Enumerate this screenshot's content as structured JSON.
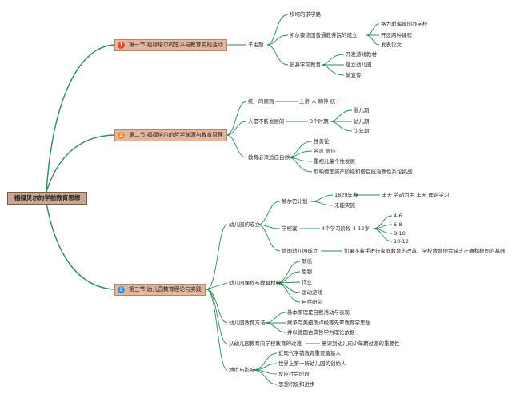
{
  "root": "福禄贝尔的学前教育思想",
  "sections": [
    {
      "num": "1",
      "color": "#e4512c",
      "label": "第一节 福禄培尔的生平与教育实践活动"
    },
    {
      "num": "2",
      "color": "#f08c2a",
      "label": "第二节 福禄培尔的哲学渊源与教育原理"
    },
    {
      "num": "3",
      "color": "#3b8fd9",
      "label": "第三节 幼儿园教育理论与实践"
    }
  ],
  "s1": {
    "subtopic": "子主题",
    "items": [
      "坎坷的求学路",
      "凯尔豪德国普通教养院的成立",
      "投身学前教育"
    ],
    "keilhau": [
      "格力斯海姆创办学校",
      "开设两种课程",
      "发表论文"
    ],
    "preschool": [
      "开发游戏教材",
      "建立幼儿园",
      "做宣传"
    ]
  },
  "s2": {
    "items": [
      "统一的原则",
      "人是不断发展的",
      "教育必须适应自然"
    ],
    "unity": "上帝 人 精神 统一",
    "periods": "3个时期",
    "periods_list": [
      "婴儿期",
      "幼儿期",
      "少年期"
    ],
    "nature": [
      "性善论",
      "容忍 顺应",
      "重视儿童个性发展",
      "反映德国资产阶级和僧侣统治教性系论挑战"
    ]
  },
  "s3": {
    "kg_founding": "幼儿园的成立",
    "blankenburg": "赫尔巴计划",
    "y1829": "1829年春",
    "y1829_detail": "丰天 劳动为主 丰天 理论学习",
    "not_done": "未能实施",
    "school_plan": "学校案",
    "age_stages": "4个学习阶段 4-12岁",
    "ages": [
      "4-6",
      "6-8",
      "8-10",
      "10-12"
    ],
    "german_kg": "德国幼儿园成立",
    "german_kg_note": "如果不着手进行家庭教育的改革，学校教育便会缺乏正确和稳固的基础",
    "curriculum": "幼儿园课程与教具材料",
    "curriculum_items": [
      "歌谣",
      "恩物",
      "作业",
      "运动游戏",
      "自然研究"
    ],
    "methods": "幼儿园教育方法",
    "methods_items": [
      "基本原理是自我活动与表现",
      "继承夸美纽斯卢梭等先辈教育学思想",
      "并以德国古典哲学为理论依据"
    ],
    "transition": "从幼儿园教育向学校教育的过渡",
    "transition_note": "意识到幼儿向少年期过渡的重要性",
    "status": "地位与影响",
    "status_items": [
      "近现代学前教育重要奠基人",
      "世界上第一所幼儿园的创始人",
      "反应社会阶段",
      "思想积极和进步"
    ]
  }
}
